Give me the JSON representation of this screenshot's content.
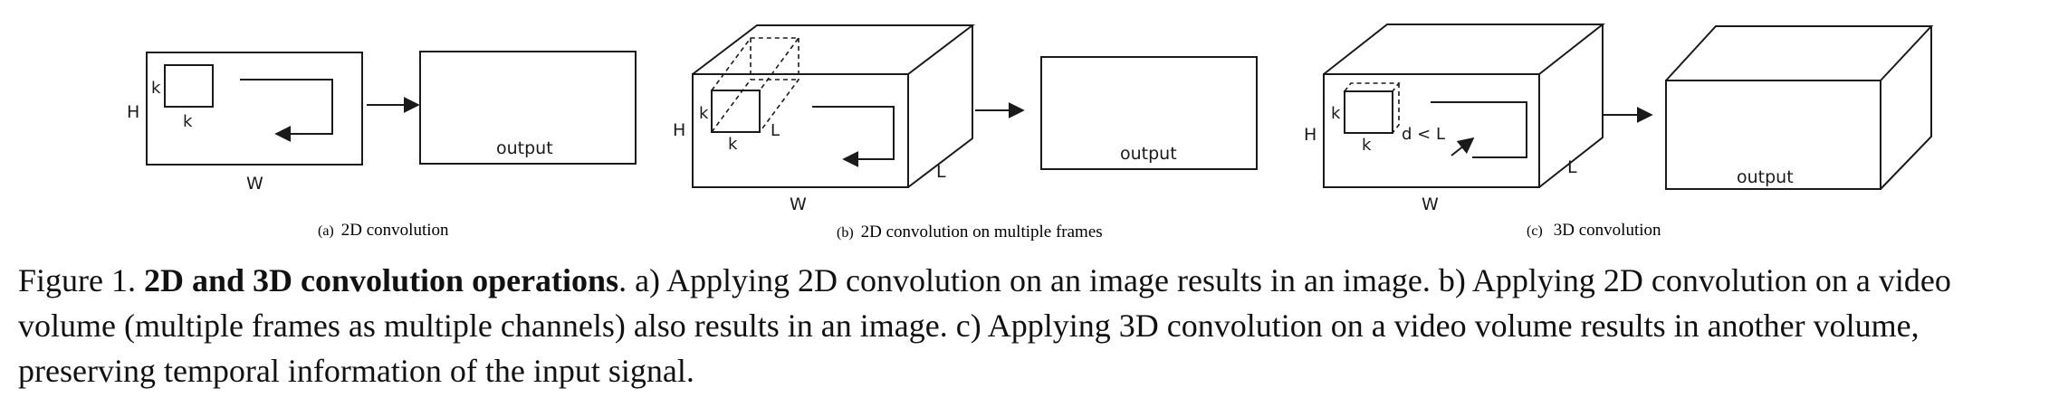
{
  "panels": {
    "a": {
      "dim_h": "H",
      "dim_w": "W",
      "kernel_k_side": "k",
      "kernel_k_bottom": "k",
      "output_label": "output",
      "letter": "(a)",
      "caption": "2D convolution"
    },
    "b": {
      "dim_h": "H",
      "dim_w": "W",
      "dim_l": "L",
      "kernel_k_side": "k",
      "kernel_k_bottom": "k",
      "kernel_depth": "L",
      "output_label": "output",
      "letter": "(b)",
      "caption": "2D convolution on multiple frames"
    },
    "c": {
      "dim_h": "H",
      "dim_w": "W",
      "dim_l": "L",
      "kernel_k_side": "k",
      "kernel_k_bottom": "k",
      "kernel_depth": "d < L",
      "output_label": "output",
      "letter": "(c)",
      "caption": "3D convolution"
    }
  },
  "caption": {
    "prefix": "Figure 1. ",
    "title": "2D and 3D convolution operations",
    "body": ". a) Applying 2D convolution on an image results in an image. b) Applying 2D convolution on a video volume (multiple frames as multiple channels) also results in an image. c) Applying 3D convolution on a video volume results in another volume, preserving temporal information of the input signal."
  }
}
